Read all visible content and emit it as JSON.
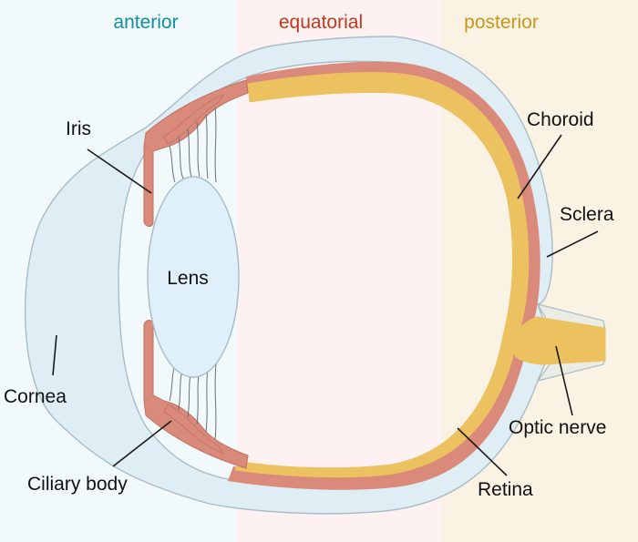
{
  "regions": {
    "anterior": {
      "title": "anterior",
      "color": "#0f8fa0",
      "fill": "#f1f9fb"
    },
    "equatorial": {
      "title": "equatorial",
      "color": "#c0391d",
      "fill": "#fdf2f1"
    },
    "posterior": {
      "title": "posterior",
      "color": "#c9961a",
      "fill": "#faf3e4"
    }
  },
  "labels": {
    "iris": "Iris",
    "lens": "Lens",
    "cornea": "Cornea",
    "ciliary_body": "Ciliary body",
    "choroid": "Choroid",
    "sclera": "Sclera",
    "optic_nerve": "Optic nerve",
    "retina": "Retina"
  },
  "colors": {
    "sclera": "#dfeef4",
    "sclera_posterior": "#ebede4",
    "outline": "#a9bcc6",
    "choroid": "#d98a7a",
    "retina": "#ecc261",
    "lens": "#dff0fa",
    "zonule": "#667077",
    "text": "#111111"
  }
}
